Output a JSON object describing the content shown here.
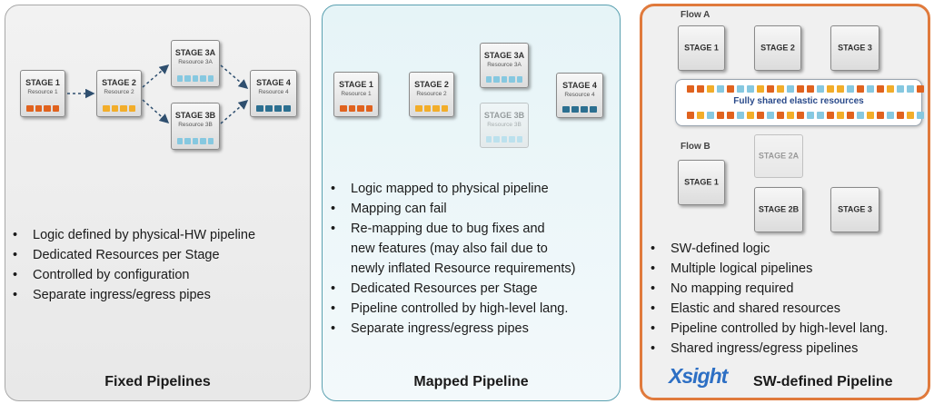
{
  "panels": {
    "fixed": {
      "title": "Fixed Pipelines",
      "stages": {
        "s1": {
          "label": "STAGE 1",
          "resource": "Resource 1"
        },
        "s2": {
          "label": "STAGE 2",
          "resource": "Resource 2"
        },
        "s3a": {
          "label": "STAGE 3A",
          "resource": "Resource 3A"
        },
        "s3b": {
          "label": "STAGE 3B",
          "resource": "Resource 3B"
        },
        "s4": {
          "label": "STAGE 4",
          "resource": "Resource 4"
        }
      },
      "bullets": [
        "Logic defined by physical-HW pipeline",
        "Dedicated Resources per Stage",
        "Controlled by configuration",
        "Separate ingress/egress pipes"
      ]
    },
    "mapped": {
      "title": "Mapped  Pipeline",
      "stages": {
        "s1": {
          "label": "STAGE 1",
          "resource": "Resource 1"
        },
        "s2": {
          "label": "STAGE 2",
          "resource": "Resource 2"
        },
        "s3a": {
          "label": "STAGE 3A",
          "resource": "Resource 3A"
        },
        "s3b": {
          "label": "STAGE 3B",
          "resource": "Resource 3B"
        },
        "s4": {
          "label": "STAGE 4",
          "resource": "Resource 4"
        }
      },
      "bullets": [
        "Logic mapped to physical pipeline",
        "Mapping can fail",
        "Re-mapping due to bug fixes and",
        "new features (may also fail due to",
        "newly inflated Resource requirements)",
        "Dedicated Resources per Stage",
        "Pipeline controlled by high-level lang.",
        "Separate ingress/egress pipes"
      ]
    },
    "sw": {
      "title": "SW-defined Pipeline",
      "logo": "Xsight",
      "flow_a": {
        "label": "Flow A",
        "stages": [
          "STAGE 1",
          "STAGE 2",
          "STAGE 3"
        ]
      },
      "shared_label": "Fully shared elastic resources",
      "flow_b": {
        "label": "Flow B",
        "s1": "STAGE 1",
        "s2a": "STAGE 2A",
        "s2b": "STAGE 2B",
        "s3": "STAGE 3"
      },
      "bullets": [
        "SW-defined logic",
        "Multiple logical pipelines",
        "No mapping required",
        "Elastic and shared resources",
        "Pipeline controlled by high-level lang.",
        "Shared ingress/egress pipelines"
      ]
    }
  },
  "colors": {
    "orange": "#e0621e",
    "yellow": "#f2ad2a",
    "light_blue": "#86c8e0",
    "dark_blue": "#2c6f90",
    "highlight_border": "#e07a3c"
  }
}
